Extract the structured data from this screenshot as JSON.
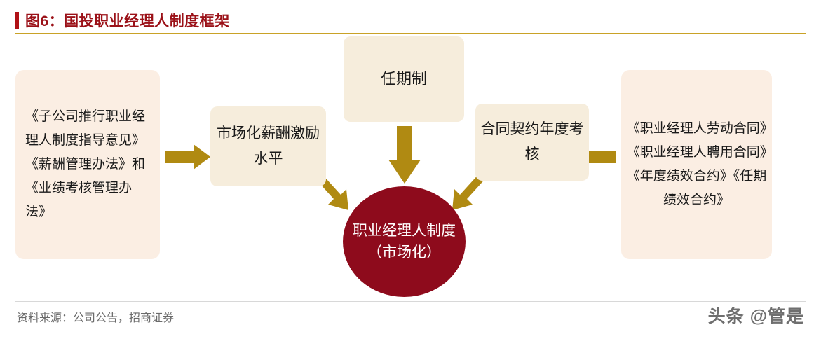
{
  "header": {
    "figure_label": "图6：国投职业经理人制度框架",
    "accent_color": "#9b1118",
    "rule_color": "#c9a227"
  },
  "footer": {
    "source": "资料来源：公司公告，招商证券",
    "watermark": "头条 @管是"
  },
  "diagram": {
    "arrow_color": "#b08a12",
    "box_fill_light": "#fbeee3",
    "box_fill_tan": "#f6eddc",
    "circle_fill": "#8e0b1c",
    "nodes": [
      {
        "id": "docs-left",
        "label": "《子公司推行职业经理人制度指导意见》《薪酬管理办法》和《业绩考核管理办法》"
      },
      {
        "id": "salary",
        "label": "市场化薪酬激励水平"
      },
      {
        "id": "term",
        "label": "任期制"
      },
      {
        "id": "contract",
        "label": "合同契约年度考核"
      },
      {
        "id": "docs-right",
        "label": "《职业经理人劳动合同》《职业经理人聘用合同》《年度绩效合约》《任期绩效合约》"
      },
      {
        "id": "center",
        "label": "职业经理人制度（市场化）"
      }
    ]
  }
}
